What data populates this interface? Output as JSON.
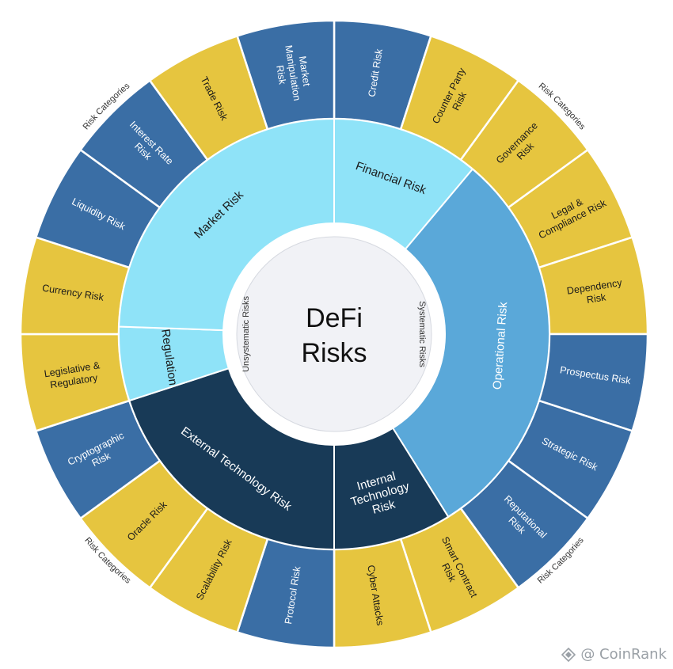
{
  "center": {
    "line1": "DeFi",
    "line2": "Risks"
  },
  "inner_labels": [
    {
      "text": "Unsystematic Risks",
      "angle": 270
    },
    {
      "text": "Systematic Risks",
      "angle": 90
    }
  ],
  "middle_ring": [
    {
      "label": "Financial Risk",
      "lines": [
        "Financial Risk"
      ],
      "start": 0,
      "end": 40,
      "color": "#8fe3f8",
      "text_color": "#1a1a1a"
    },
    {
      "label": "Operational Risk",
      "lines": [
        "Operational Risk"
      ],
      "start": 40,
      "end": 148,
      "color": "#5aa8d9",
      "text_color": "#ffffff"
    },
    {
      "label": "Internal Technology Risk",
      "lines": [
        "Internal",
        "Technology",
        "Risk"
      ],
      "start": 148,
      "end": 180,
      "color": "#183a57",
      "text_color": "#ffffff"
    },
    {
      "label": "External Technology Risk",
      "lines": [
        "External Technology Risk"
      ],
      "start": 180,
      "end": 252,
      "color": "#183a57",
      "text_color": "#ffffff"
    },
    {
      "label": "Regulation",
      "lines": [
        "Regulation"
      ],
      "start": 252,
      "end": 272,
      "color": "#8fe3f8",
      "text_color": "#1a1a1a"
    },
    {
      "label": "Market Risk",
      "lines": [
        "Market Risk"
      ],
      "start": 272,
      "end": 360,
      "color": "#8fe3f8",
      "text_color": "#1a1a1a"
    }
  ],
  "outer_ring": [
    {
      "lines": [
        "Credit Risk"
      ],
      "color": "#3a6ea5",
      "text_color": "#ffffff"
    },
    {
      "lines": [
        "Counter Party",
        "Risk"
      ],
      "color": "#e6c53f",
      "text_color": "#1a1a1a"
    },
    {
      "lines": [
        "Governance",
        "Risk"
      ],
      "color": "#e6c53f",
      "text_color": "#1a1a1a"
    },
    {
      "lines": [
        "Legal &",
        "Compliance Risk"
      ],
      "color": "#e6c53f",
      "text_color": "#1a1a1a"
    },
    {
      "lines": [
        "Dependency",
        "Risk"
      ],
      "color": "#e6c53f",
      "text_color": "#1a1a1a"
    },
    {
      "lines": [
        "Prospectus Risk"
      ],
      "color": "#3a6ea5",
      "text_color": "#ffffff"
    },
    {
      "lines": [
        "Strategic Risk"
      ],
      "color": "#3a6ea5",
      "text_color": "#ffffff"
    },
    {
      "lines": [
        "Reputational",
        "Risk"
      ],
      "color": "#3a6ea5",
      "text_color": "#ffffff"
    },
    {
      "lines": [
        "Smart Contract",
        "Risk"
      ],
      "color": "#e6c53f",
      "text_color": "#1a1a1a"
    },
    {
      "lines": [
        "Cyber Attacks"
      ],
      "color": "#e6c53f",
      "text_color": "#1a1a1a"
    },
    {
      "lines": [
        "Protocol Risk"
      ],
      "color": "#3a6ea5",
      "text_color": "#ffffff"
    },
    {
      "lines": [
        "Scalability Risk"
      ],
      "color": "#e6c53f",
      "text_color": "#1a1a1a"
    },
    {
      "lines": [
        "Oracle Risk"
      ],
      "color": "#e6c53f",
      "text_color": "#1a1a1a"
    },
    {
      "lines": [
        "Cryptographic",
        "Risk"
      ],
      "color": "#3a6ea5",
      "text_color": "#ffffff"
    },
    {
      "lines": [
        "Legislative &",
        "Regulatory"
      ],
      "color": "#e6c53f",
      "text_color": "#1a1a1a"
    },
    {
      "lines": [
        "Currency Risk"
      ],
      "color": "#e6c53f",
      "text_color": "#1a1a1a"
    },
    {
      "lines": [
        "Liquidity Risk"
      ],
      "color": "#3a6ea5",
      "text_color": "#ffffff"
    },
    {
      "lines": [
        "Interest Rate",
        "Risk"
      ],
      "color": "#3a6ea5",
      "text_color": "#ffffff"
    },
    {
      "lines": [
        "Trade Risk"
      ],
      "color": "#e6c53f",
      "text_color": "#1a1a1a"
    },
    {
      "lines": [
        "Market",
        "Manipulation",
        "Risk"
      ],
      "color": "#3a6ea5",
      "text_color": "#ffffff"
    }
  ],
  "category_labels": [
    {
      "text": "Risk Categories",
      "angle": 45
    },
    {
      "text": "Risk Categories",
      "angle": 135
    },
    {
      "text": "Risk Categories",
      "angle": 225
    },
    {
      "text": "Risk Categories",
      "angle": 315
    }
  ],
  "watermark": {
    "text": "@ CoinRank"
  },
  "colors": {
    "core_fill": "#f1f2f6",
    "core_ring": "#ffffff",
    "outer_ring_bg": "#ffffff",
    "divider": "#ffffff"
  }
}
